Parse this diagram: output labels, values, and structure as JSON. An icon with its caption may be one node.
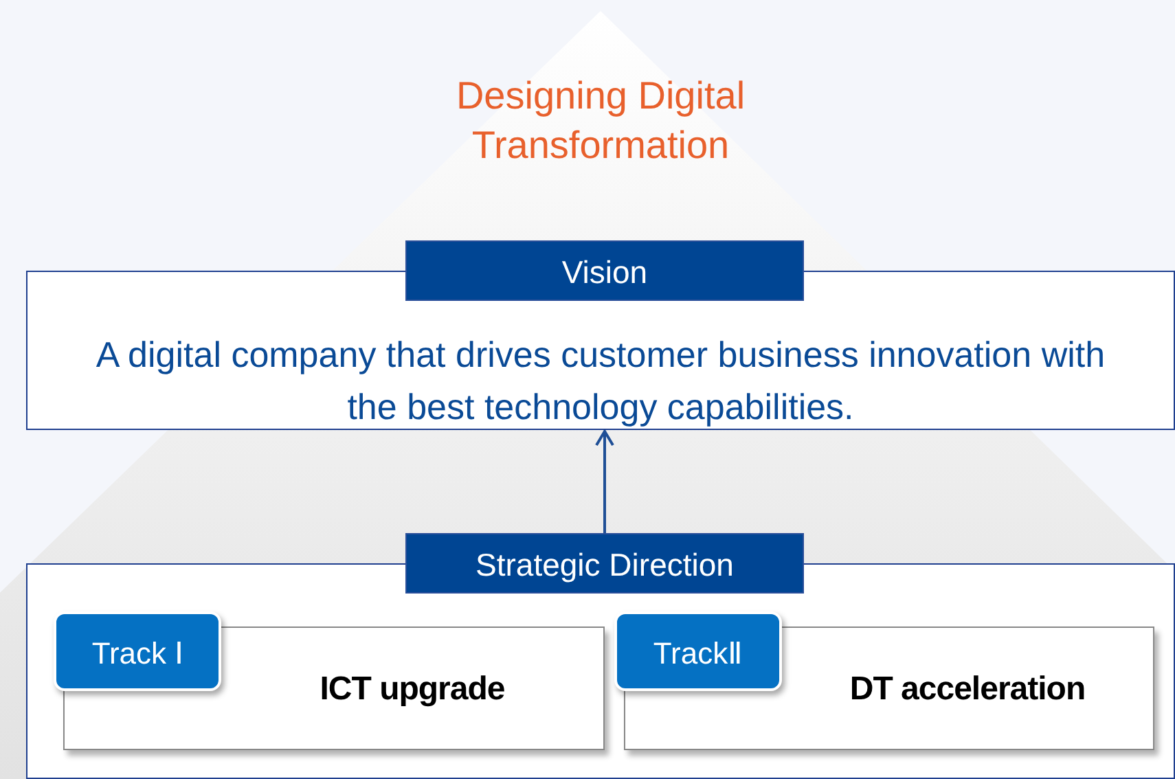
{
  "diagram": {
    "title": "Designing Digital Transformation",
    "nodes": [
      {
        "text": [
          "Vision",
          "A digital company that drives customer business innovation with the best technology capabilities."
        ]
      },
      {
        "text": [
          "Strategic Direction"
        ]
      },
      {
        "text": [
          "Track Ⅰ",
          "ICT upgrade"
        ],
        "in": 1
      },
      {
        "text": [
          "TrackⅡ",
          "DT acceleration"
        ],
        "in": 1
      }
    ],
    "edges": [
      {
        "from": 1,
        "to": 0,
        "arrow": "to"
      }
    ]
  }
}
